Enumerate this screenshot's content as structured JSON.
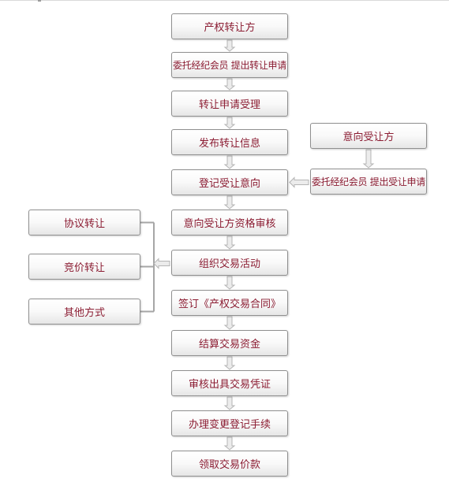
{
  "diagram": {
    "main_flow": [
      "产权转让方",
      "委托经纪会员  提出转让申请",
      "转让申请受理",
      "发布转让信息",
      "登记受让意向",
      "意向受让方资格审核",
      "组织交易活动",
      "签订《产权交易合同》",
      "结算交易资金",
      "审核出具交易凭证",
      "办理变更登记手续",
      "领取交易价款"
    ],
    "transferee_branch": [
      "意向受让方",
      "委托经纪会员 提出受让申请"
    ],
    "trade_methods": [
      "协议转让",
      "竞价转让",
      "其他方式"
    ]
  },
  "colors": {
    "text": "#8b1c32",
    "border": "#8f8f8f",
    "arrow": "#b5b5b5",
    "connector": "#a6a6a6"
  }
}
